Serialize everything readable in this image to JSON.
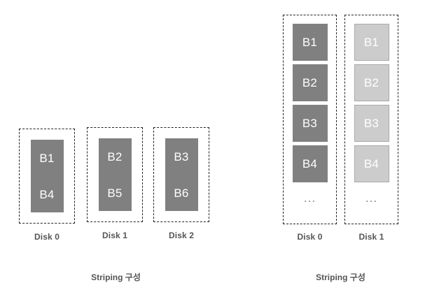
{
  "figures": [
    {
      "id": "striping-3-disk",
      "caption": "Striping 구성",
      "disks": [
        {
          "label": "Disk 0",
          "blocks": [
            {
              "text": "B1",
              "shade": "dark"
            },
            {
              "text": "B4",
              "shade": "dark"
            }
          ]
        },
        {
          "label": "Disk 1",
          "blocks": [
            {
              "text": "B2",
              "shade": "dark"
            },
            {
              "text": "B5",
              "shade": "dark"
            }
          ]
        },
        {
          "label": "Disk 2",
          "blocks": [
            {
              "text": "B3",
              "shade": "dark"
            },
            {
              "text": "B6",
              "shade": "dark"
            }
          ]
        }
      ]
    },
    {
      "id": "mirroring-2-disk",
      "caption": "Striping 구성",
      "disks": [
        {
          "label": "Disk 0",
          "blocks": [
            {
              "text": "B1",
              "shade": "dark"
            },
            {
              "text": "B2",
              "shade": "dark"
            },
            {
              "text": "B3",
              "shade": "dark"
            },
            {
              "text": "B4",
              "shade": "dark"
            }
          ],
          "more": "..."
        },
        {
          "label": "Disk 1",
          "blocks": [
            {
              "text": "B1",
              "shade": "light"
            },
            {
              "text": "B2",
              "shade": "light"
            },
            {
              "text": "B3",
              "shade": "light"
            },
            {
              "text": "B4",
              "shade": "light"
            }
          ],
          "more": "..."
        }
      ]
    }
  ],
  "colors": {
    "block_dark": "#808080",
    "block_light": "#cccccc",
    "block_light_border": "#aaaaaa",
    "frame_border": "#222222",
    "label_text": "#555555",
    "block_text": "#ffffff",
    "background": "#ffffff"
  }
}
